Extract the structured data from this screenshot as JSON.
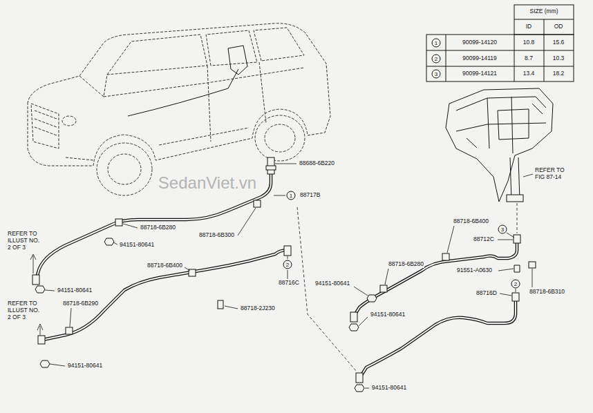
{
  "diagram": {
    "labels": [
      "SIZE (mm)",
      "ID",
      "OD",
      "1",
      "90099-14120",
      "10.8",
      "15.6",
      "2",
      "90099-14119",
      "8.7",
      "10.3",
      "3",
      "90099-14121",
      "13.4",
      "18.2",
      "REFER TO FIG 87-14",
      "88688-6B220",
      "1",
      "88717B",
      "88718-6B280",
      "88718-6B300",
      "REFER TO ILLUST NO. 2 OF 3",
      "94151-80641",
      "94151-80641",
      "88718-6B400",
      "2",
      "88716C",
      "REFER TO ILLUST NO. 2 OF 3",
      "88718-6B290",
      "88718-2J230",
      "94151-80641",
      "88718-6B400",
      "3",
      "88712C",
      "88718-6B280",
      "91551-A0630",
      "94151-80641",
      "2",
      "88716D",
      "88718-6B310",
      "94151-80641",
      "94151-80641",
      "SedanViet.vn"
    ]
  }
}
